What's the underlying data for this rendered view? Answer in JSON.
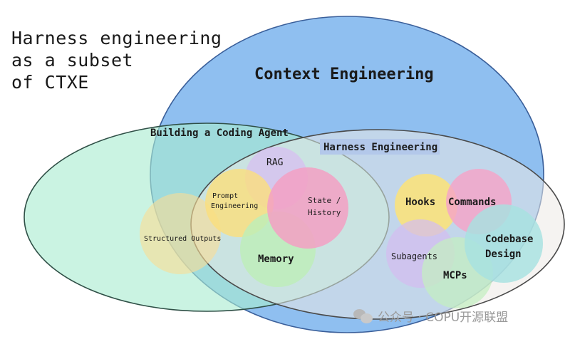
{
  "title": {
    "lines": [
      "Harness engineering",
      "as a subset",
      "of CTXE"
    ]
  },
  "regions": {
    "context_engineering": "Context Engineering",
    "building_coding_agent": "Building a Coding Agent",
    "harness_engineering": "Harness Engineering"
  },
  "bubbles": {
    "rag": "RAG",
    "prompt_engineering": [
      "Prompt",
      "Engineering"
    ],
    "state_history": [
      "State /",
      "History"
    ],
    "structured_outputs": "Structured Outputs",
    "memory": "Memory",
    "hooks": "Hooks",
    "commands": "Commands",
    "subagents": "Subagents",
    "mcps": "MCPs",
    "codebase_design": [
      "Codebase",
      "Design"
    ]
  },
  "watermark": {
    "icon": "wechat-icon",
    "text": "公众号 · COPU开源联盟"
  },
  "colors": {
    "context": "#7fb6ee",
    "building": "#a9ecd0",
    "harness": "#e9e6e2",
    "harness_label_bg": "#b3c8ea",
    "yellow": "#fbe27a",
    "pink": "#f3a0c3",
    "purple": "#d7bff0",
    "green": "#bdeeb8",
    "teal": "#a7e2e0"
  }
}
